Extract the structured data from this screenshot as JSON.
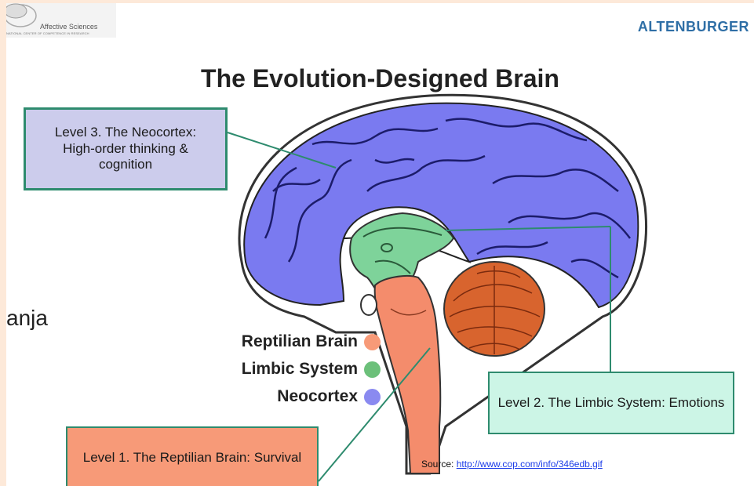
{
  "header": {
    "logo_text": "Affective Sciences",
    "logo_subtext": "NATIONAL CENTER OF COMPETENCE IN RESEARCH",
    "brand": "ALTENBURGER"
  },
  "slide": {
    "title": "The Evolution-Designed Brain",
    "side_text_fragment": "anja"
  },
  "legend": [
    {
      "label": "Reptilian Brain",
      "color": "#f79a78"
    },
    {
      "label": "Limbic System",
      "color": "#6cc07a"
    },
    {
      "label": "Neocortex",
      "color": "#8a8af0"
    }
  ],
  "callouts": {
    "level3": "Level 3.  The Neocortex: High-order thinking & cognition",
    "level2": "Level 2. The Limbic System: Emotions",
    "level1": "Level 1. The Reptilian Brain: Survival"
  },
  "source": {
    "prefix": "Source: ",
    "link_text": "http://www.cop.com/info/346edb.gif"
  },
  "colors": {
    "neocortex": "#7a7af0",
    "limbic": "#7ed39a",
    "brainstem": "#f48c6c",
    "cerebellum": "#d8642e",
    "callout_border": "#2e8b6e",
    "background": "#fde9d9"
  }
}
